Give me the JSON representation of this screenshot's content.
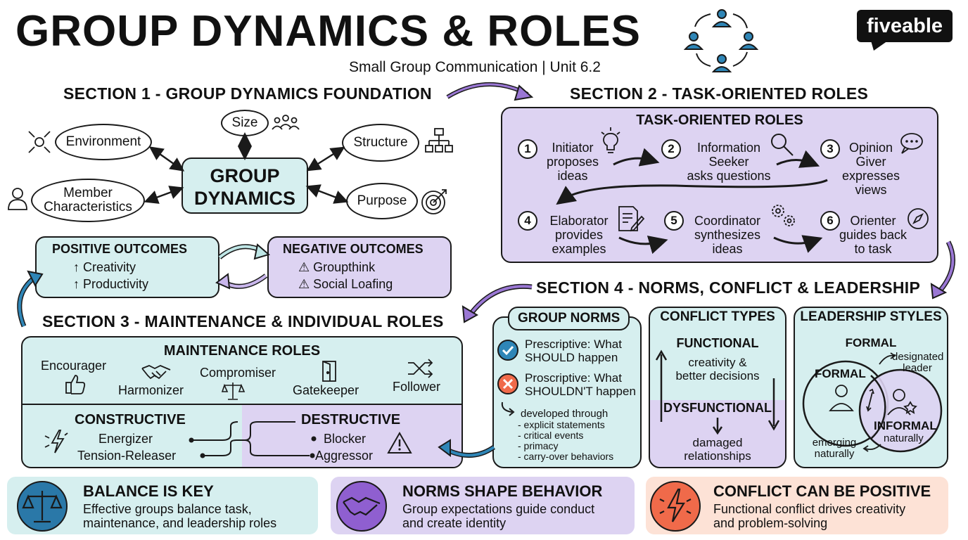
{
  "header": {
    "title": "GROUP DYNAMICS & ROLES",
    "subtitle": "Small Group Communication | Unit 6.2",
    "logo": "fiveable"
  },
  "section1": {
    "heading": "SECTION 1 - GROUP DYNAMICS FOUNDATION",
    "center_line1": "GROUP",
    "center_line2": "DYNAMICS",
    "size": "Size",
    "environment": "Environment",
    "structure": "Structure",
    "member_line1": "Member",
    "member_line2": "Characteristics",
    "purpose": "Purpose",
    "positive": {
      "title": "POSITIVE OUTCOMES",
      "item1": "↑ Creativity",
      "item2": "↑ Productivity"
    },
    "negative": {
      "title": "NEGATIVE OUTCOMES",
      "item1": "⚠ Groupthink",
      "item2": "⚠ Social Loafing"
    }
  },
  "section2": {
    "heading": "SECTION 2 - TASK-ORIENTED ROLES",
    "box_title": "TASK-ORIENTED ROLES",
    "roles": [
      {
        "num": "1",
        "name": "Initiator",
        "desc1": "proposes",
        "desc2": "ideas"
      },
      {
        "num": "2",
        "name": "Information",
        "name2": "Seeker",
        "desc1": "asks questions"
      },
      {
        "num": "3",
        "name": "Opinion",
        "name2": "Giver",
        "desc1": "expresses",
        "desc2": "views"
      },
      {
        "num": "4",
        "name": "Elaborator",
        "desc1": "provides",
        "desc2": "examples"
      },
      {
        "num": "5",
        "name": "Coordinator",
        "desc1": "synthesizes",
        "desc2": "ideas"
      },
      {
        "num": "6",
        "name": "Orienter",
        "desc1": "guides back",
        "desc2": "to task"
      }
    ]
  },
  "section3": {
    "heading": "SECTION 3 - MAINTENANCE & INDIVIDUAL ROLES",
    "maint_title": "MAINTENANCE ROLES",
    "encourager": "Encourager",
    "harmonizer": "Harmonizer",
    "compromiser": "Compromiser",
    "gatekeeper": "Gatekeeper",
    "follower": "Follower",
    "constructive": {
      "title": "CONSTRUCTIVE",
      "item1": "Energizer",
      "item2": "Tension-Releaser"
    },
    "destructive": {
      "title": "DESTRUCTIVE",
      "item1": "Blocker",
      "item2": "Aggressor"
    }
  },
  "section4": {
    "heading": "SECTION 4 - NORMS, CONFLICT & LEADERSHIP",
    "norms": {
      "title": "GROUP NORMS",
      "p1a": "Prescriptive: What",
      "p1b": "SHOULD happen",
      "p2a": "Proscriptive: What",
      "p2b": "SHOULDN'T happen",
      "dev": "developed through",
      "list": [
        "- explicit statements",
        "- critical events",
        "- primacy",
        "- carry-over behaviors"
      ]
    },
    "conflict": {
      "title": "CONFLICT TYPES",
      "functional": "FUNCTIONAL",
      "func_desc1": "creativity &",
      "func_desc2": "better decisions",
      "dysfunctional": "DYSFUNCTIONAL",
      "dys_desc1": "damaged",
      "dys_desc2": "relationships"
    },
    "leadership": {
      "title": "LEADERSHIP STYLES",
      "top": "FORMAL",
      "formal": "FORMAL",
      "designated1": "designated",
      "designated2": "leader",
      "informal": "INFORMAL",
      "naturally": "naturally",
      "emerging1": "emerging",
      "emerging2": "naturally"
    }
  },
  "footer": [
    {
      "title": "BALANCE IS KEY",
      "line1": "Effective groups balance task,",
      "line2": "maintenance, and leadership roles",
      "color": "#d6efef",
      "icon_bg": "#2a78a8"
    },
    {
      "title": "NORMS SHAPE BEHAVIOR",
      "line1": "Group expectations guide conduct",
      "line2": "and create identity",
      "color": "#ddd3f2",
      "icon_bg": "#8f5fd0"
    },
    {
      "title": "CONFLICT CAN BE POSITIVE",
      "line1": "Functional conflict drives creativity",
      "line2": "and problem-solving",
      "color": "#fde2d6",
      "icon_bg": "#f06a4a"
    }
  ]
}
